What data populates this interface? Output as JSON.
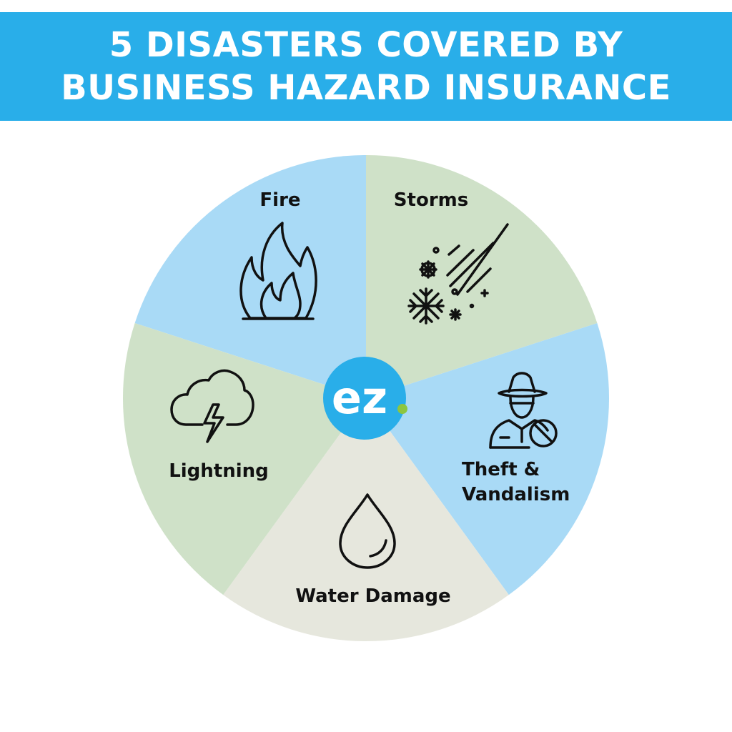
{
  "header": {
    "title_line_1": "5 DISASTERS COVERED BY",
    "title_line_2": "BUSINESS HAZARD INSURANCE",
    "background_color": "#29aee9",
    "text_color": "#ffffff"
  },
  "wheel": {
    "segments": [
      {
        "id": "fire",
        "label": "Fire",
        "icon": "fire-icon",
        "color": "#a9daf6"
      },
      {
        "id": "storms",
        "label": "Storms",
        "icon": "snowstorm-icon",
        "color": "#cfe1c8"
      },
      {
        "id": "theft",
        "label_line_1": "Theft &",
        "label_line_2": "Vandalism",
        "icon": "burglar-icon",
        "color": "#a9daf6"
      },
      {
        "id": "water",
        "label": "Water Damage",
        "icon": "water-drop-icon",
        "color": "#e6e7dd"
      },
      {
        "id": "lightning",
        "label": "Lightning",
        "icon": "lightning-cloud-icon",
        "color": "#cfe1c8"
      }
    ]
  },
  "logo": {
    "text": "ez",
    "circle_color": "#29aee9",
    "dot_color": "#8dc63f"
  }
}
